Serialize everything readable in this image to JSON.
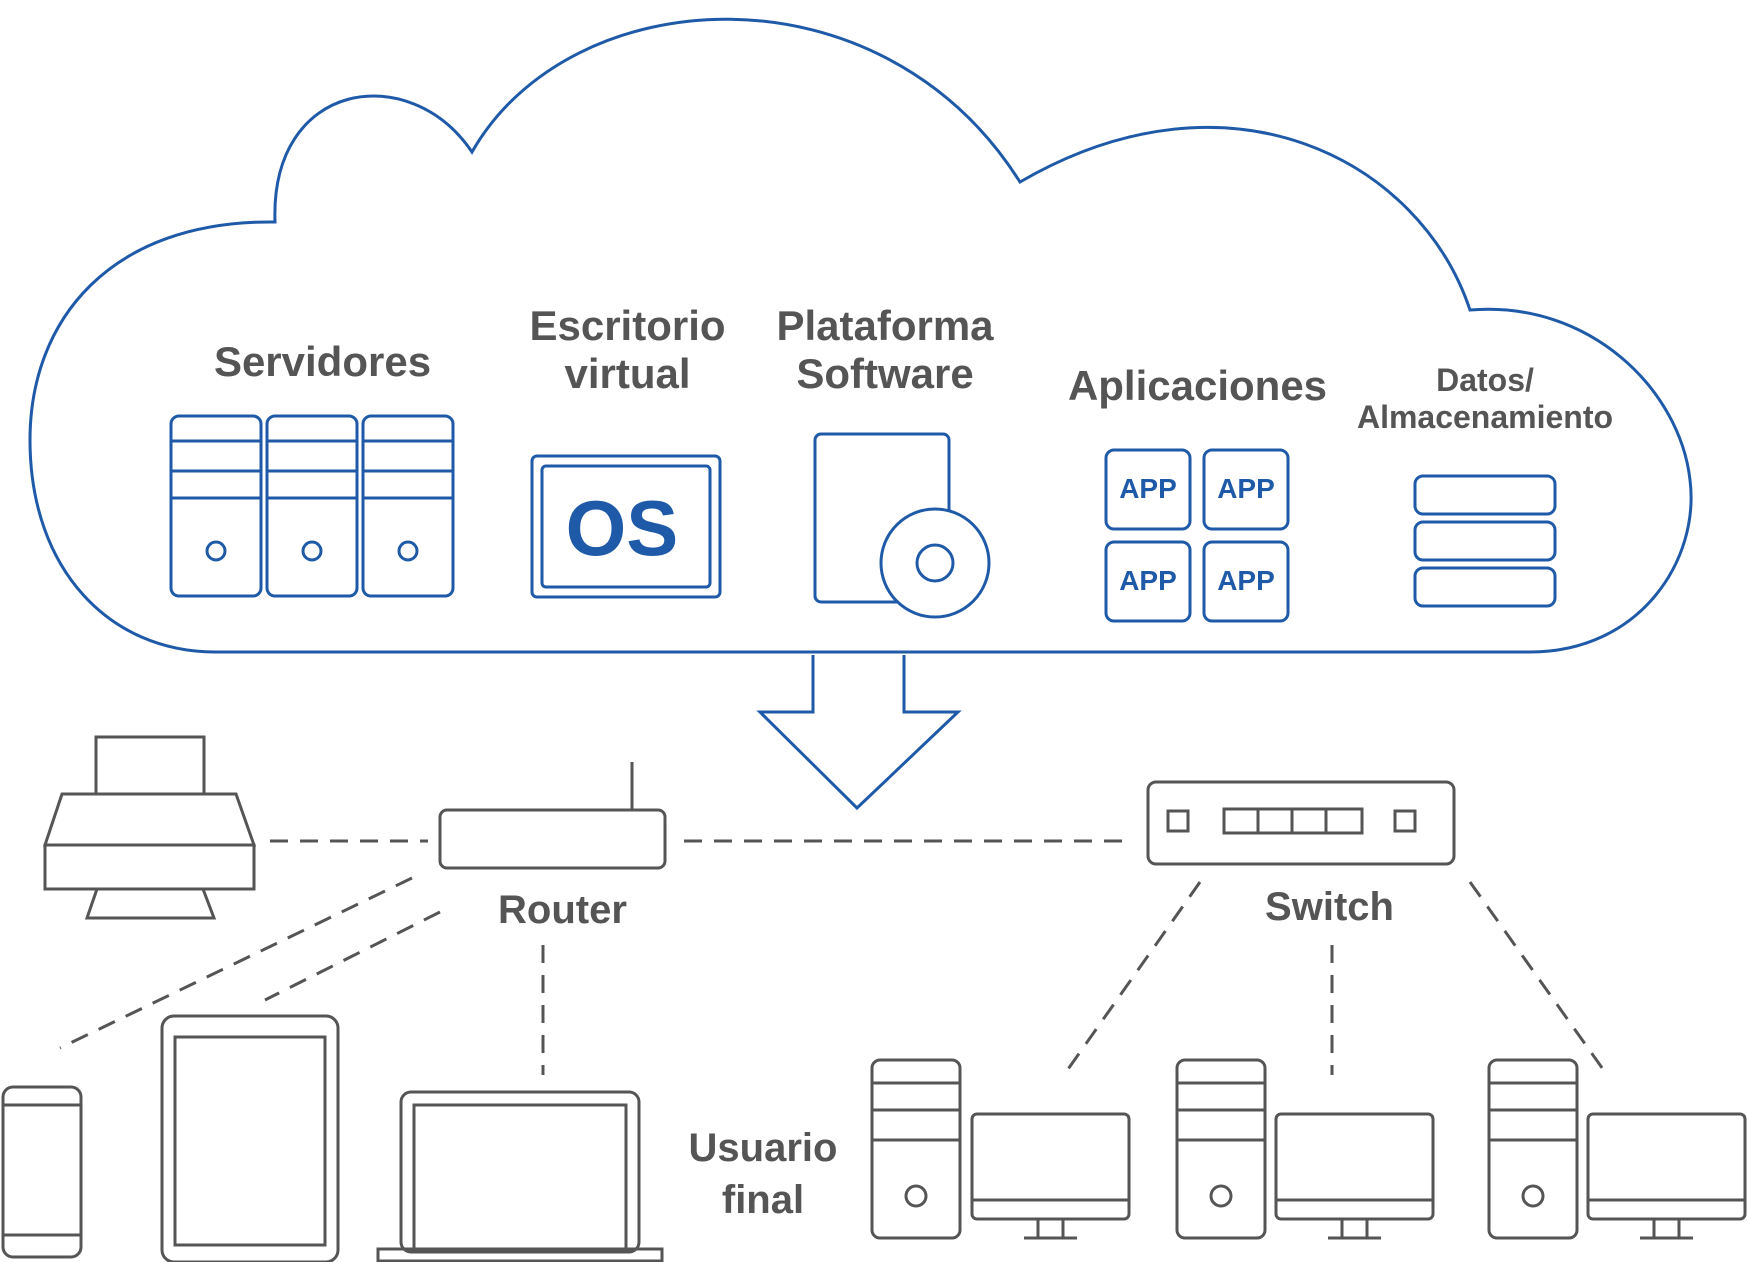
{
  "colors": {
    "cloud_blue": "#1f5aa8",
    "device_gray": "#555555",
    "background": "#ffffff"
  },
  "cloud": {
    "services": {
      "servers": "Servidores",
      "virtual_desktop_line1": "Escritorio",
      "virtual_desktop_line2": "virtual",
      "os_badge": "OS",
      "platform_line1": "Plataforma",
      "platform_line2": "Software",
      "apps": "Aplicaciones",
      "app_tile": "APP",
      "storage_line1": "Datos/",
      "storage_line2": "Almacenamiento"
    }
  },
  "network": {
    "router": "Router",
    "switch": "Switch",
    "end_user_line1": "Usuario",
    "end_user_line2": "final"
  },
  "icons": [
    "server-icon",
    "os-screen-icon",
    "software-box-icon",
    "disc-icon",
    "app-tile-icon",
    "storage-icon",
    "arrow-down-icon",
    "printer-icon",
    "router-icon",
    "switch-icon",
    "phone-icon",
    "tablet-icon",
    "laptop-icon",
    "desktop-tower-icon",
    "monitor-icon"
  ]
}
